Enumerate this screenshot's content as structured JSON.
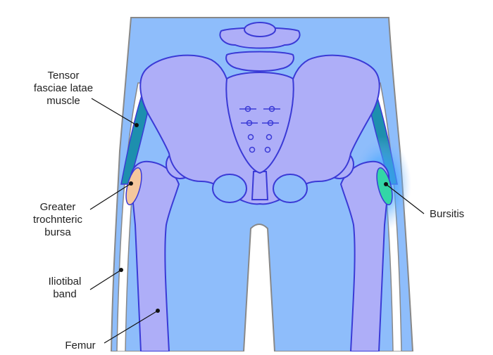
{
  "labels": {
    "tensor": [
      "Tensor",
      "fasciae latae",
      "muscle"
    ],
    "trochanteric": [
      "Greater",
      "trochnteric",
      "bursa"
    ],
    "iliotibial": [
      "Iliotibal",
      "band"
    ],
    "femur": "Femur",
    "bursitis": "Bursitis"
  },
  "colors": {
    "skin": "#8ebdfb",
    "outline": "#888888",
    "bone_fill": "#aeaef8",
    "bone_stroke": "#3a3ad6",
    "band_fill": "#ffffff",
    "muscle": "#1d8fae",
    "bursa_normal": "#f5c79d",
    "bursa_inflamed": "#33d6a6",
    "inflammation_glow": "#3aa0ff",
    "leader_line": "#111111"
  },
  "icons": {
    "inflammation": "glow-highlight"
  }
}
